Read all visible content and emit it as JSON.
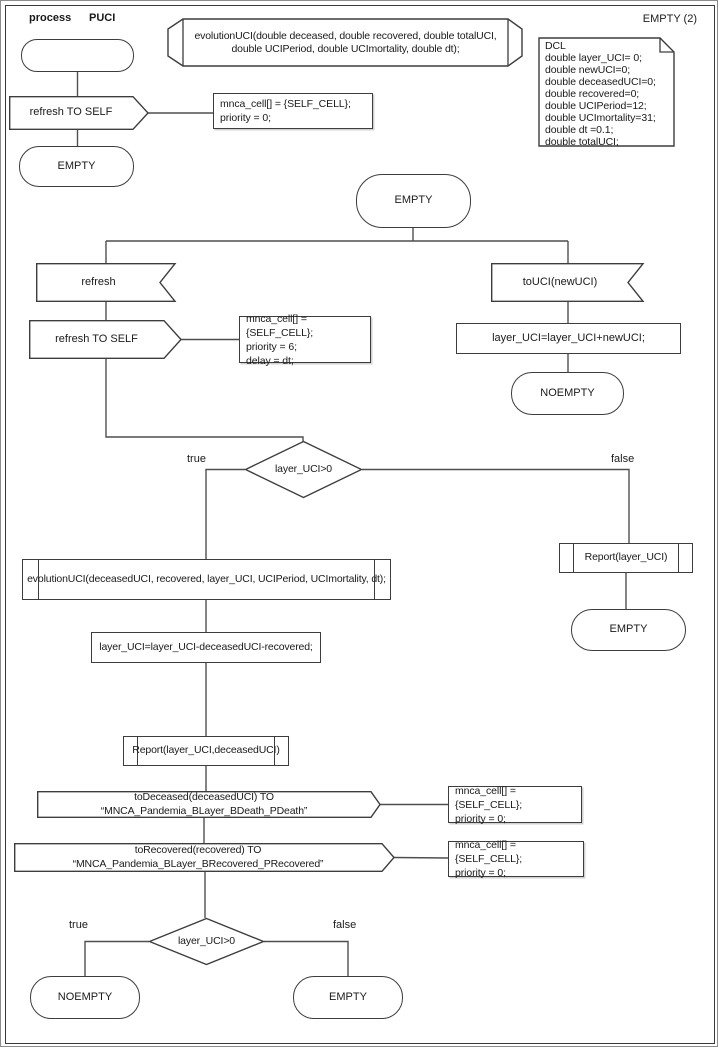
{
  "header": {
    "kind": "process",
    "name": "PUCI",
    "page": "EMPTY (2)"
  },
  "decl": {
    "procedure_signature": "evolutionUCI(double deceased, double recovered, double totalUCI,\ndouble UCIPeriod, double UCImortality, double dt);",
    "dcl_text": "DCL\ndouble layer_UCI= 0;\ndouble newUCI=0;\ndouble deceasedUCI=0;\ndouble recovered=0;\ndouble UCIPeriod=12;\ndouble UCImortality=31;\ndouble dt =0.1;\ndouble totalUCI;"
  },
  "start_flow": {
    "output": "refresh TO SELF",
    "note": "mnca_cell[] = {SELF_CELL};\npriority = 0;",
    "state": "EMPTY"
  },
  "empty_state_page": {
    "state": "EMPTY",
    "refresh_branch": {
      "input": "refresh",
      "output": "refresh TO SELF",
      "note": "mnca_cell[] = {SELF_CELL};\npriority = 6;\ndelay = dt;"
    },
    "touci_branch": {
      "input": "toUCI(newUCI)",
      "task": "layer_UCI=layer_UCI+newUCI;",
      "state": "NOEMPTY"
    }
  },
  "decision1": {
    "cond": "layer_UCI>0",
    "true_label": "true",
    "false_label": "false"
  },
  "true_path": {
    "call_evolution": "evolutionUCI(deceasedUCI, recovered, layer_UCI, UCIPeriod, UCImortality, dt);",
    "task_update": "layer_UCI=layer_UCI-deceasedUCI-recovered;",
    "call_report": "Report(layer_UCI,deceasedUCI)",
    "output_deceased": "toDeceased(deceasedUCI) TO “MNCA_Pandemia_BLayer_BDeath_PDeath”",
    "note_deceased": "mnca_cell[] = {SELF_CELL};\npriority = 0;",
    "output_recovered": "toRecovered(recovered) TO “MNCA_Pandemia_BLayer_BRecovered_PRecovered”",
    "note_recovered": "mnca_cell[] = {SELF_CELL};\npriority = 0;",
    "decision2": {
      "cond": "layer_UCI>0",
      "true_label": "true",
      "false_label": "false"
    },
    "state_true": "NOEMPTY",
    "state_false": "EMPTY"
  },
  "false_path": {
    "call_report": "Report(layer_UCI)",
    "state": "EMPTY"
  },
  "colors": {
    "line": "#4f4f4f",
    "border": "#3d3d3d",
    "background": "#ffffff",
    "text": "#1a1a1a"
  }
}
